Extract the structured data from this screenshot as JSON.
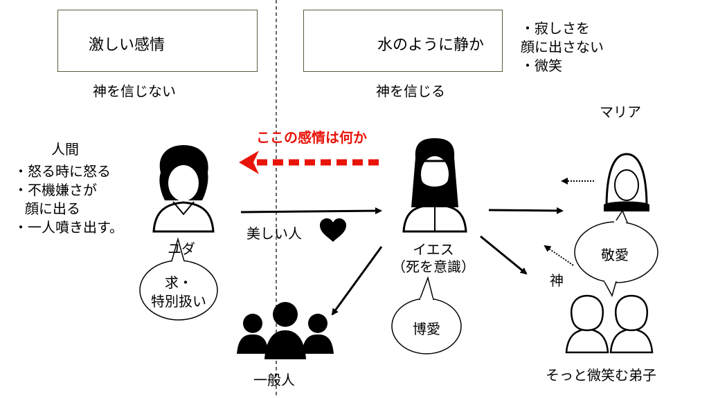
{
  "left_box": {
    "label": "激しい感情"
  },
  "right_box": {
    "label": "水のように静か"
  },
  "left_caption": "神を信じない",
  "right_caption": "神を信じる",
  "jesus_traits": [
    "・寂しさを",
    "顔に出さない",
    "・微笑"
  ],
  "maria_label": "マリア",
  "human": {
    "title": "人間",
    "items": [
      "・怒る時に怒る",
      "・不機嫌さが",
      "顔に出る",
      "・一人噴き出す。"
    ]
  },
  "question": "ここの感情は何か",
  "judas": {
    "name": "ユダ",
    "bubble": [
      "求・",
      "特別扱い"
    ]
  },
  "arrow_label": "美しい人",
  "jesus": {
    "name": "イエス",
    "sub": "（死を意識）",
    "bubble": "博愛"
  },
  "maria_bubble": "敬愛",
  "god_label": "神",
  "disciples_label": "そっと微笑む弟子",
  "people_label": "一般人",
  "colors": {
    "accent_red": "#e8140a",
    "box_border": "#5a5a3a"
  }
}
